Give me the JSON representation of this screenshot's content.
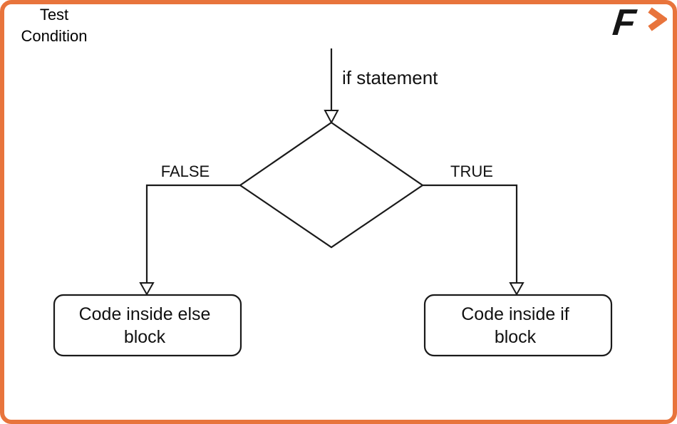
{
  "frame": {
    "border_color": "#E8743C",
    "background": "#ffffff"
  },
  "logo": {
    "letter": "F",
    "chevron_icon": "chevron-right-icon",
    "letter_color": "#161616",
    "chevron_color": "#E8743C"
  },
  "colors": {
    "accent_orange": "#E8743C",
    "line_black": "#1a1a1a",
    "text_black": "#111111"
  },
  "flowchart": {
    "entry_label": "if statement",
    "decision": {
      "line1": "Test",
      "line2": "Condition",
      "full_label": "Test Condition"
    },
    "false_label": "FALSE",
    "true_label": "TRUE",
    "else_box": {
      "line1": "Code inside else",
      "line2": "block",
      "full_label": "Code inside else block"
    },
    "if_box": {
      "line1": "Code inside if",
      "line2": "block",
      "full_label": "Code inside if block"
    }
  }
}
